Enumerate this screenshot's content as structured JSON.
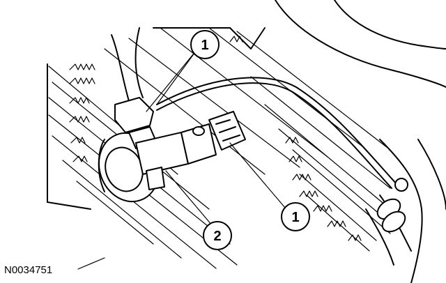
{
  "callouts": [
    {
      "label": "1"
    },
    {
      "label": "1"
    },
    {
      "label": "2"
    }
  ],
  "figure_id": "N0034751"
}
